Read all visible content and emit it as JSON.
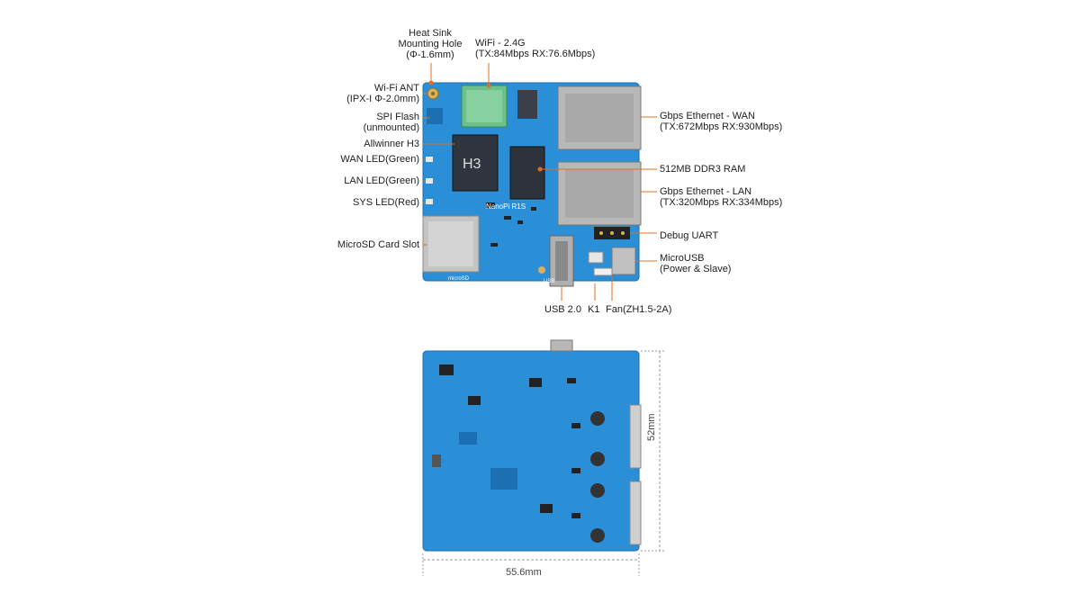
{
  "colors": {
    "board": "#2a8fd6",
    "pcb_dark": "#1d6fb3",
    "leader": "#e07020",
    "metal": "#b8b8b8"
  },
  "top_labels": {
    "heatsink": [
      "Heat Sink",
      "Mounting Hole",
      "(Φ-1.6mm)"
    ],
    "wifi": [
      "WiFi - 2.4G",
      "(TX:84Mbps  RX:76.6Mbps)"
    ]
  },
  "left_labels": {
    "wifi_ant": [
      "Wi-Fi ANT",
      "(IPX-I Φ-2.0mm)"
    ],
    "spi_flash": [
      "SPI Flash",
      "(unmounted)"
    ],
    "allwinner": "Allwinner H3",
    "wan_led": "WAN LED(Green)",
    "lan_led": "LAN LED(Green)",
    "sys_led": "SYS LED(Red)",
    "microsd": "MicroSD Card Slot"
  },
  "right_labels": {
    "wan": [
      "Gbps Ethernet - WAN",
      "(TX:672Mbps  RX:930Mbps)"
    ],
    "ram": "512MB DDR3 RAM",
    "lan": [
      "Gbps Ethernet - LAN",
      "(TX:320Mbps  RX:334Mbps)"
    ],
    "debug": "Debug UART",
    "microusb": [
      "MicroUSB",
      "(Power & Slave)"
    ]
  },
  "bottom_labels": {
    "usb": "USB 2.0",
    "k1": "K1",
    "fan": "Fan(ZH1.5-2A)"
  },
  "board_text": {
    "chip": "H3",
    "model": "NanoPi R1S",
    "usb_silk": "USB",
    "microsd_silk": "microSD"
  },
  "dimensions": {
    "width": "55.6mm",
    "height": "52mm"
  }
}
